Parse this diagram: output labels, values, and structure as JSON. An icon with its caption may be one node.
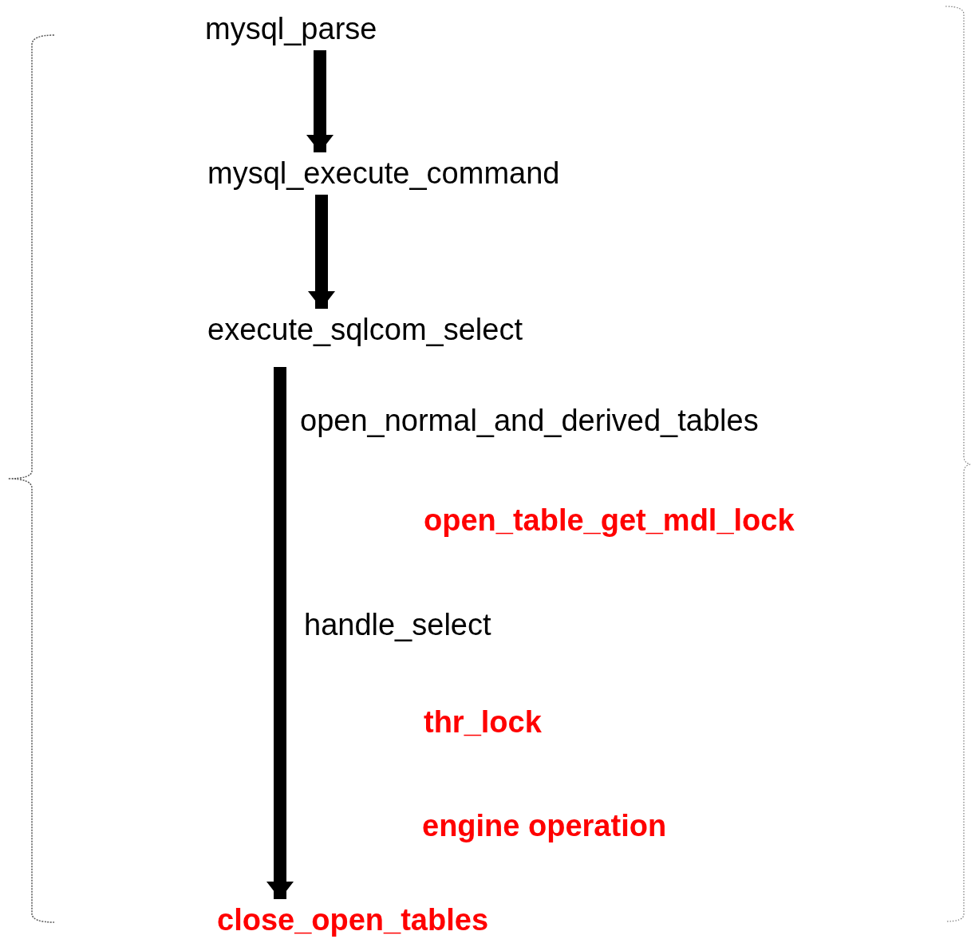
{
  "diagram": {
    "nodes": [
      {
        "text": [
          "mysql_parse"
        ]
      },
      {
        "text": [
          "mysql_execute_command"
        ]
      },
      {
        "text": [
          "execute_sqlcom_select"
        ]
      },
      {
        "text": [
          "close_open_tables"
        ]
      }
    ],
    "edges": [
      {
        "from": 0,
        "to": 1,
        "arrow": "to"
      },
      {
        "from": 1,
        "to": 2,
        "arrow": "to"
      },
      {
        "from": 2,
        "to": 3,
        "arrow": "to"
      }
    ],
    "labels": [
      "open_normal_and_derived_tables",
      "open_table_get_mdl_lock",
      "handle_select",
      "thr_lock",
      "engine operation"
    ]
  }
}
